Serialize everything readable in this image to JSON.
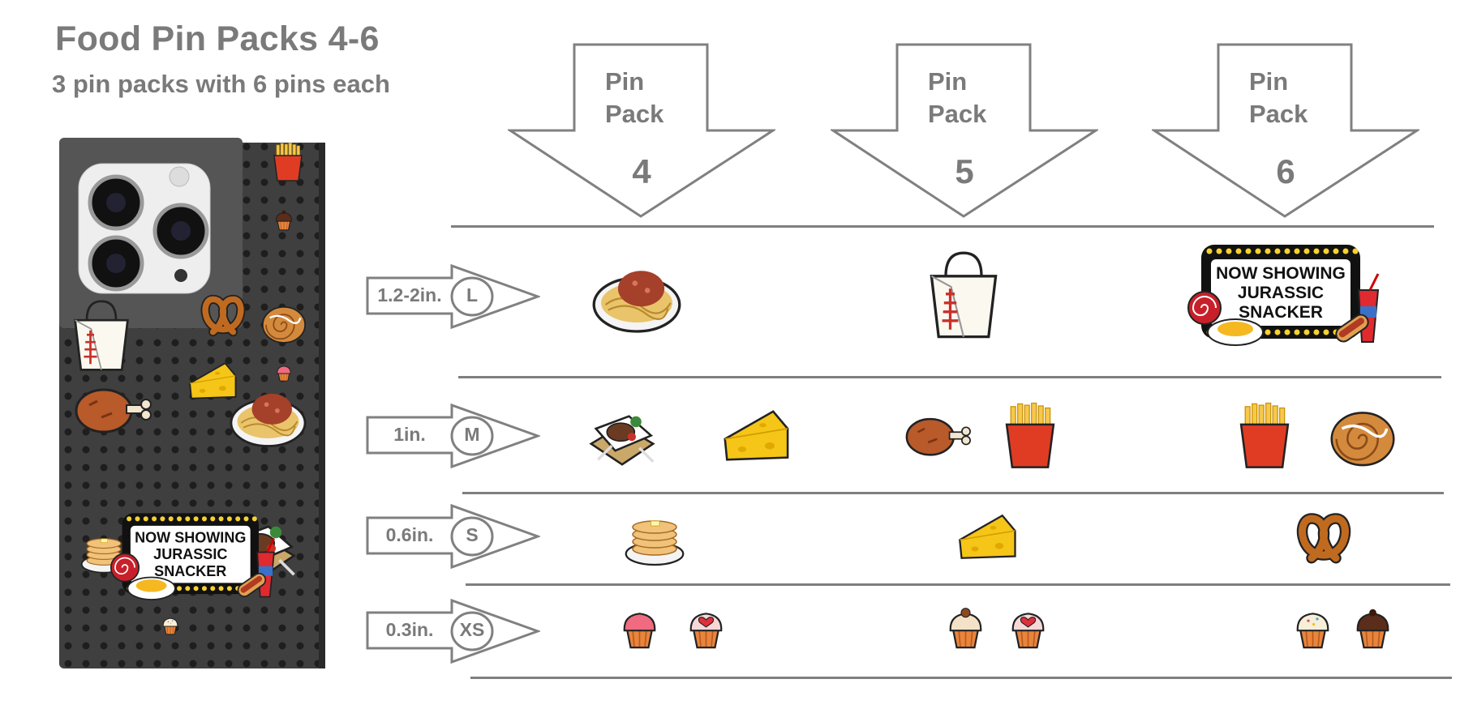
{
  "header": {
    "title": "Food Pin Packs 4-6",
    "subtitle": "3 pin packs with 6 pins each"
  },
  "packs": [
    {
      "label_line1": "Pin",
      "label_line2": "Pack",
      "number": "4"
    },
    {
      "label_line1": "Pin",
      "label_line2": "Pack",
      "number": "5"
    },
    {
      "label_line1": "Pin",
      "label_line2": "Pack",
      "number": "6"
    }
  ],
  "sizes": [
    {
      "dimension": "1.2-2in.",
      "code": "L"
    },
    {
      "dimension": "1in.",
      "code": "M"
    },
    {
      "dimension": "0.6in.",
      "code": "S"
    },
    {
      "dimension": "0.3in.",
      "code": "XS"
    }
  ],
  "grid": [
    {
      "size": "L",
      "pack4": [
        "spaghetti-icon"
      ],
      "pack5": [
        "takeout-box-icon"
      ],
      "pack6": [
        "marquee-sign-icon"
      ]
    },
    {
      "size": "M",
      "pack4": [
        "steak-plate-icon",
        "cheese-wedge-icon"
      ],
      "pack5": [
        "chicken-drumstick-icon",
        "french-fries-icon"
      ],
      "pack6": [
        "french-fries-icon",
        "cinnamon-roll-icon"
      ]
    },
    {
      "size": "S",
      "pack4": [
        "pancakes-icon"
      ],
      "pack5": [
        "cheese-wedge-icon"
      ],
      "pack6": [
        "pretzel-icon"
      ]
    },
    {
      "size": "XS",
      "pack4": [
        "pink-cupcake-icon",
        "heart-cupcake-icon"
      ],
      "pack5": [
        "cherry-cupcake-icon",
        "heart-cupcake-icon"
      ],
      "pack6": [
        "vanilla-cupcake-icon",
        "chocolate-cupcake-icon"
      ]
    }
  ],
  "marquee": {
    "line1": "NOW SHOWING",
    "line2": "JURASSIC",
    "line3": "SNACKER"
  },
  "colors": {
    "text": "#7a7a7a",
    "lines": "#7f7f7f",
    "phone_case": "#4a4a4a"
  }
}
